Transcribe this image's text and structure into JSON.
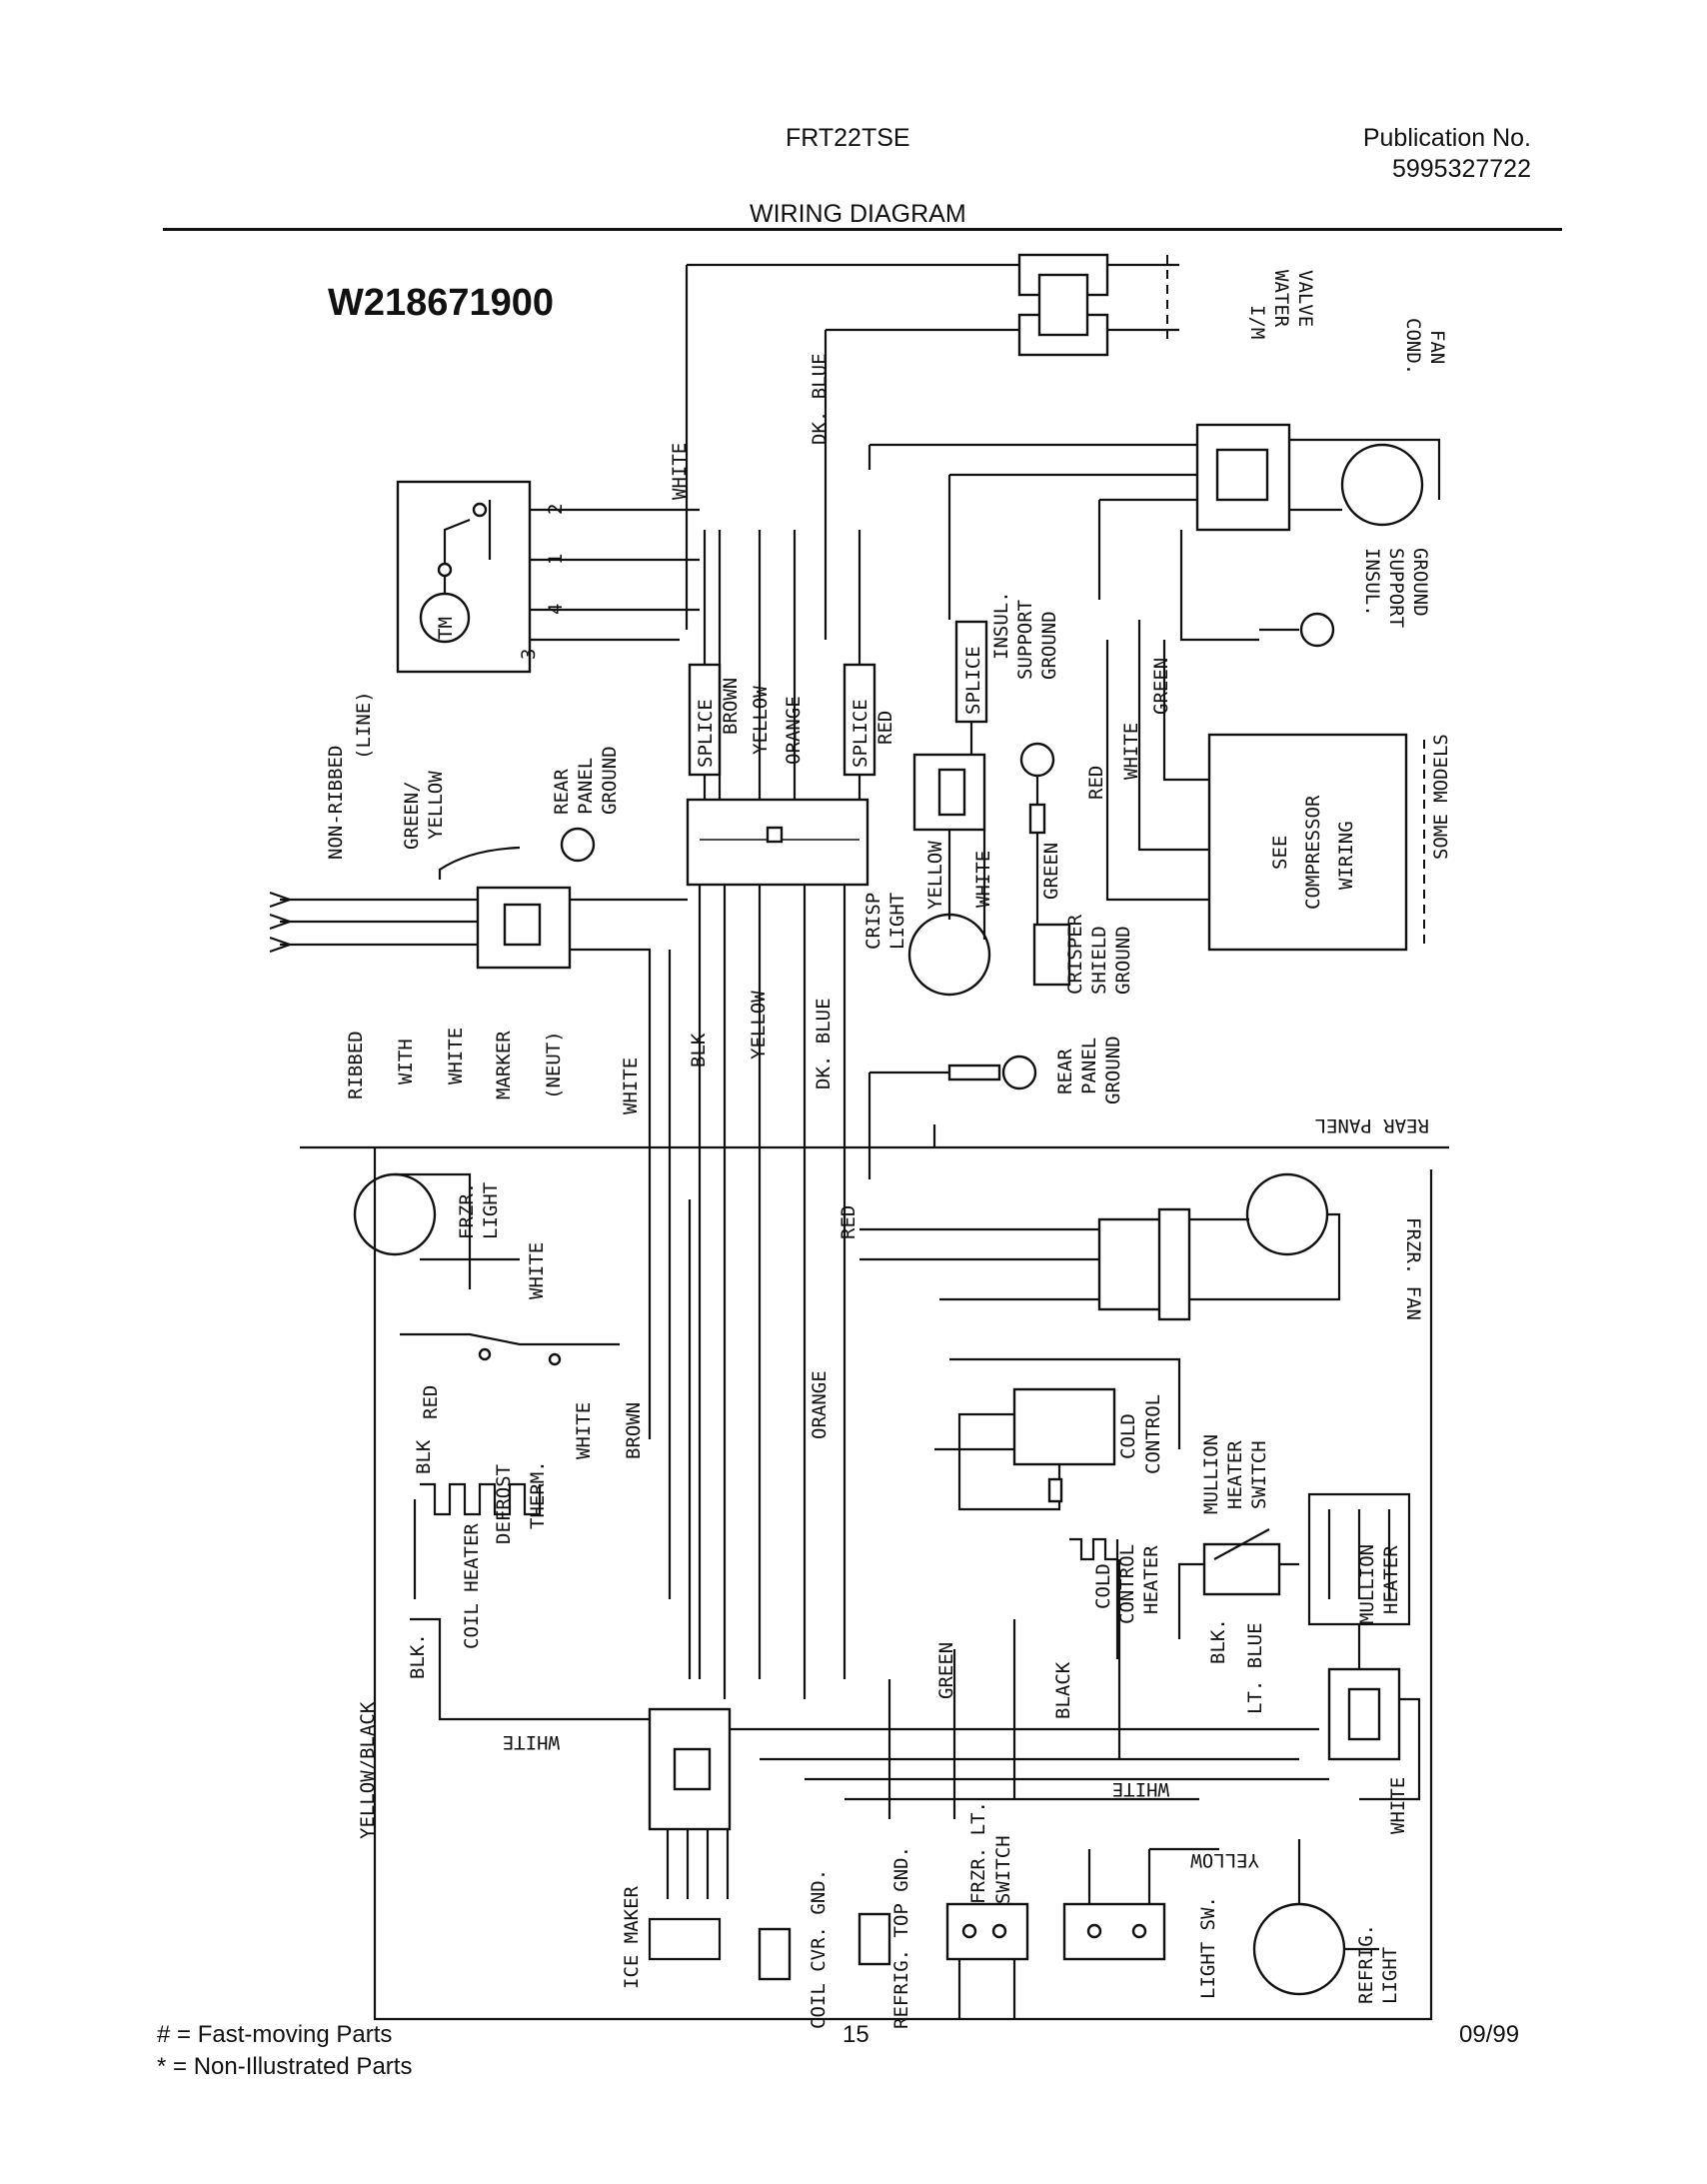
{
  "header": {
    "model": "FRT22TSE",
    "publication_label": "Publication No.",
    "publication_number": "5995327722",
    "section_title": "WIRING DIAGRAM"
  },
  "diagram": {
    "part_number": "W218671900",
    "labels": {
      "white_top": "WHITE",
      "dk_blue_top": "DK. BLUE",
      "water_valve": [
        "I/M",
        "WATER",
        "VALVE"
      ],
      "cond_fan": [
        "COND.",
        "FAN"
      ],
      "insul_support_ground_right": [
        "INSUL.",
        "SUPPORT",
        "GROUND"
      ],
      "splice_left_1": "SPLICE",
      "brown": "BROWN",
      "yellow_1": "YELLOW",
      "orange_1": "ORANGE",
      "splice_left_2": "SPLICE",
      "red_1": "RED",
      "splice_mid": "SPLICE",
      "insul_support_ground_mid": [
        "INSUL.",
        "SUPPORT",
        "GROUND"
      ],
      "white_mid": "WHITE",
      "green_mid": "GREEN",
      "red_mid": "RED",
      "compressor_box": [
        "SEE",
        "COMPRESSOR",
        "WIRING"
      ],
      "some_models": "SOME MODELS",
      "tm": "TM",
      "timer_terminals": [
        "2",
        "1",
        "4",
        "3"
      ],
      "non_ribbed": [
        "NON-RIBBED",
        "(LINE)"
      ],
      "green_yellow": [
        "GREEN/",
        "YELLOW"
      ],
      "rear_panel_ground_left": [
        "REAR",
        "PANEL",
        "GROUND"
      ],
      "ribbed": [
        "RIBBED",
        "WITH",
        "WHITE",
        "MARKER",
        "(NEUT)"
      ],
      "white_left": "WHITE",
      "blk_1": "BLK",
      "yellow_2": "YELLOW",
      "dk_blue_2": "DK. BLUE",
      "crisp_light": [
        "CRISP",
        "LIGHT"
      ],
      "yellow_crisp": "YELLOW",
      "white_crisp": "WHITE",
      "green_crisper": "GREEN",
      "crisper_shield_ground": [
        "CRISPER",
        "SHIELD",
        "GROUND"
      ],
      "rear_panel_ground_mid": [
        "REAR",
        "PANEL",
        "GROUND"
      ],
      "rear_panel": "REAR PANEL",
      "red_2": "RED",
      "frzr_light": [
        "FRZR.",
        "LIGHT"
      ],
      "white_frzr": "WHITE",
      "frzr_fan": "FRZR. FAN",
      "red_3": "RED",
      "blk_2": "BLK",
      "white_3": "WHITE",
      "brown_2": "BROWN",
      "defrost_therm": [
        "DEFROST",
        "THERM."
      ],
      "coil_heater": "COIL HEATER",
      "orange_2": "ORANGE",
      "cold_control": [
        "COLD",
        "CONTROL"
      ],
      "mullion_heater_switch": [
        "MULLION",
        "HEATER",
        "SWITCH"
      ],
      "cold_control_heater": [
        "COLD",
        "CONTROL",
        "HEATER"
      ],
      "mullion_heater": [
        "MULLION",
        "HEATER"
      ],
      "blk_3": "BLK.",
      "yellow_black": "YELLOW/BLACK",
      "white_bottom_left": "WHITE",
      "green_bottom": "GREEN",
      "black_bottom": "BLACK",
      "blk_4": "BLK.",
      "lt_blue": "LT. BLUE",
      "white_bottom_mid": "WHITE",
      "white_bottom_right": "WHITE",
      "ice_maker": "ICE MAKER",
      "coil_cvr_gnd": "COIL CVR. GND.",
      "refrig_top_gnd": "REFRIG. TOP GND.",
      "frzr_lt_switch": [
        "FRZR. LT.",
        "SWITCH"
      ],
      "light_sw": "LIGHT SW.",
      "yellow_bottom": "YELLOW",
      "refrig_light": [
        "REFRIG.",
        "LIGHT"
      ]
    }
  },
  "footer": {
    "legend_1": "#  =  Fast-moving Parts",
    "legend_2": "*   =  Non-Illustrated Parts",
    "page_number": "15",
    "date": "09/99"
  }
}
